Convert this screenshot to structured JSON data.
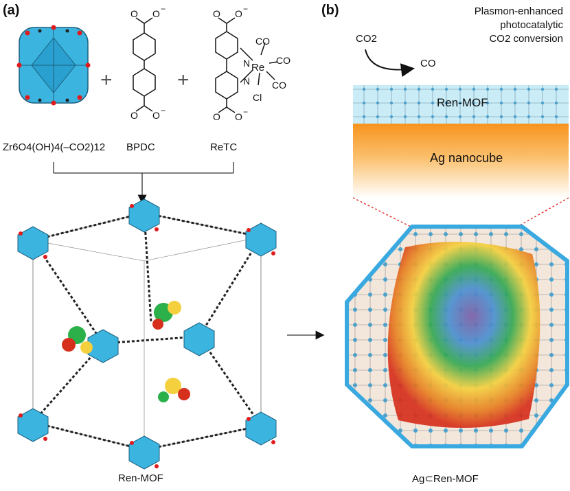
{
  "panel_a": {
    "label": "(a)",
    "plus_1": "+",
    "plus_2": "+",
    "cluster_label": "Zr6O4(OH)4(–CO2)12",
    "linker_label": "BPDC",
    "retc_label": "ReTC",
    "carboxylate_o": "O",
    "carboxylate_charge": "−",
    "ring_n": "N",
    "re_atom": "Re",
    "co_ligand": "CO",
    "cl_ligand": "Cl",
    "mof_caption": "Ren-MOF"
  },
  "panel_b": {
    "label": "(b)",
    "title_line1": "Plasmon-enhanced",
    "title_line2": "photocatalytic",
    "title_line3": "CO2 conversion",
    "reactant": "CO2",
    "product": "CO",
    "mof_layer_label": "Ren-MOF",
    "nanocube_label": "Ag nanocube",
    "composite_caption": "Ag⊂Ren-MOF"
  },
  "colors": {
    "zr_cluster": "#3bb4e0",
    "oxygen": "#e01b1b",
    "carbon": "#222222",
    "ag_orange": "#f7931e",
    "mof_blue": "#bfe6f4",
    "dashed_red": "#e53935"
  }
}
